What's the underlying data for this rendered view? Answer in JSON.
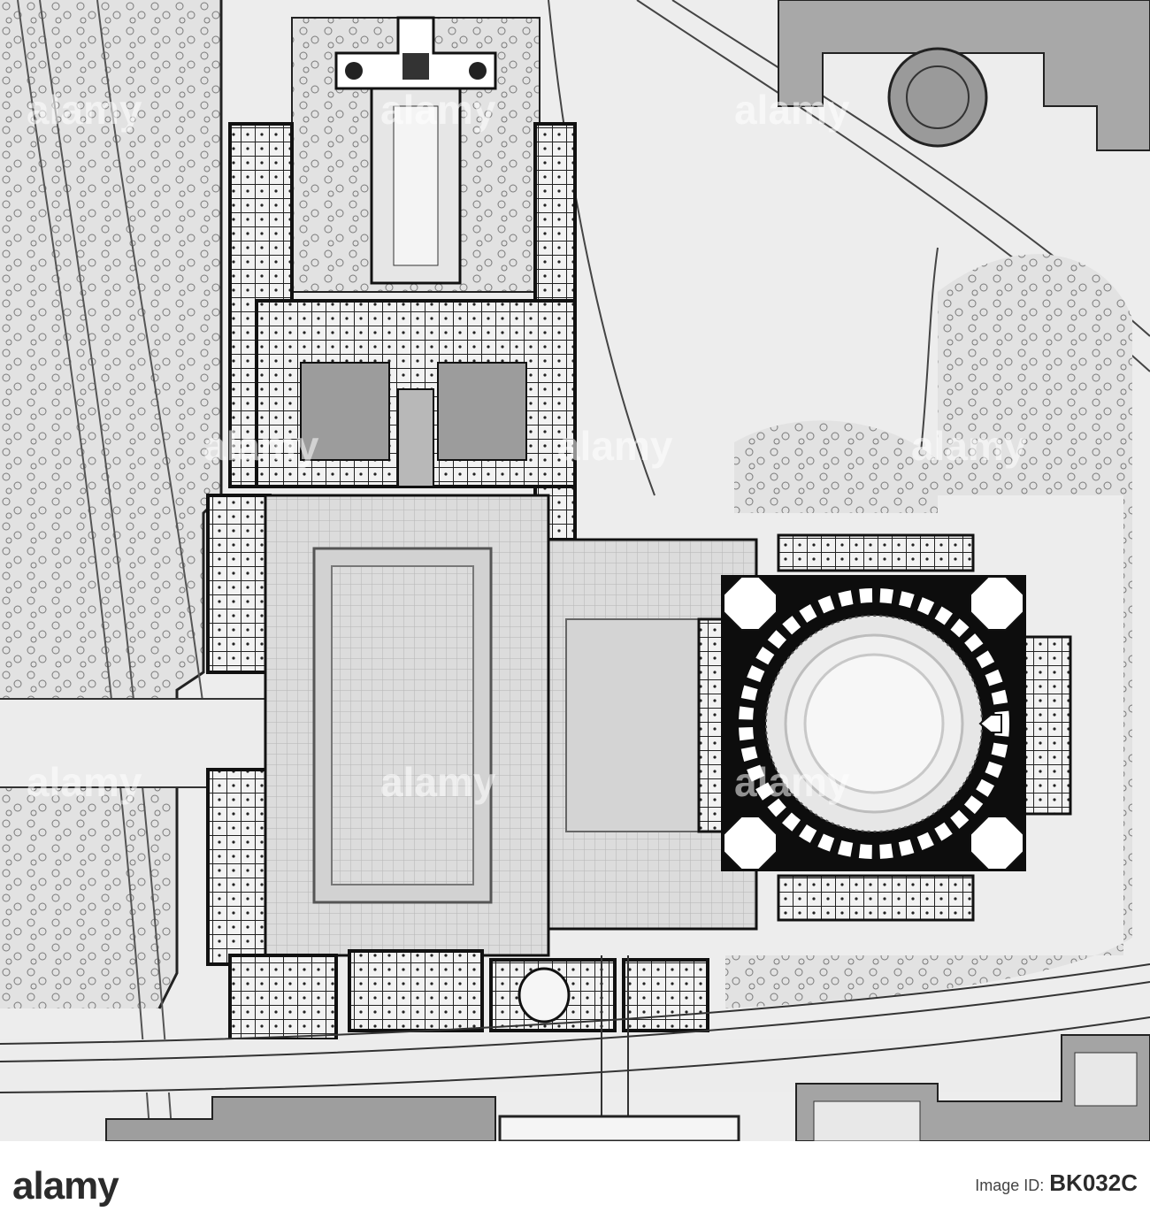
{
  "image": {
    "subject": "site-plan",
    "colors": {
      "background": "#ededed",
      "ink": "#111111",
      "paving": "#d6d6d6",
      "trees": "#8a8a8a"
    }
  },
  "watermark": {
    "text": "alamy"
  },
  "footer": {
    "logo": "alamy",
    "id_label": "Image ID:",
    "stock_id": "BK032C"
  }
}
